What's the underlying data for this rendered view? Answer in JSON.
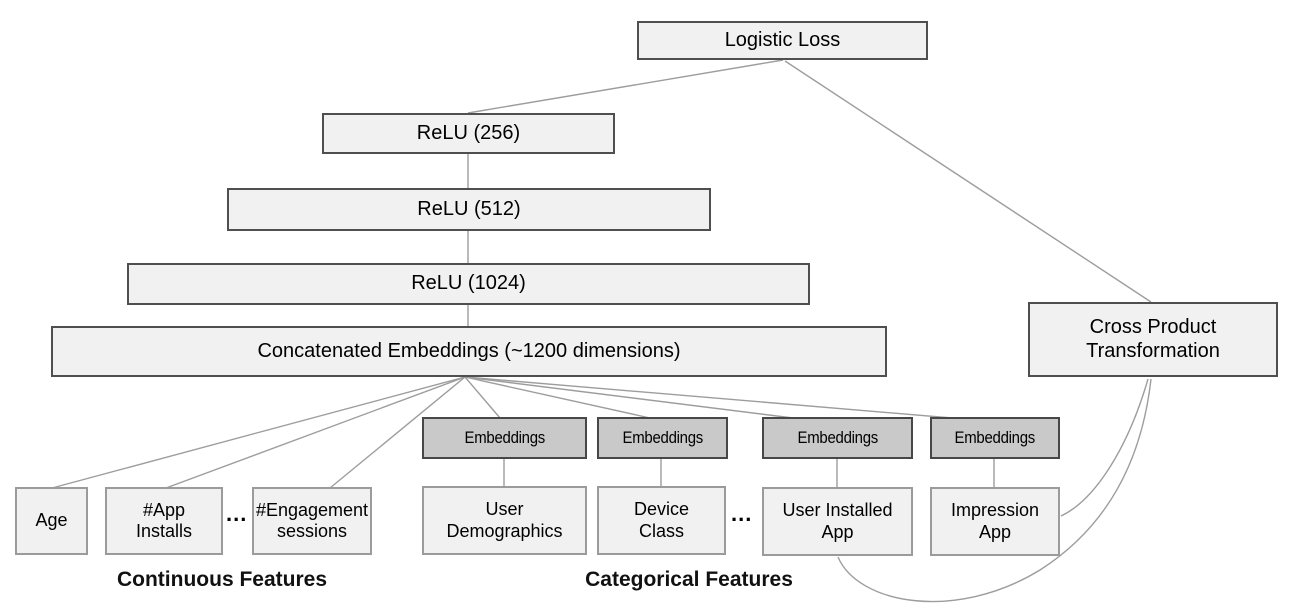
{
  "colors": {
    "background": "#ffffff",
    "box_fill_light": "#f1f1f1",
    "box_border_dark": "#4f4f4f",
    "box_border_light": "#9b9b9b",
    "embeddings_fill": "#c9c9c9",
    "embeddings_border": "#474747",
    "connector": "#9d9d9d",
    "text": "#000000"
  },
  "nodes": {
    "logistic_loss": "Logistic Loss",
    "relu_256": "ReLU (256)",
    "relu_512": "ReLU (512)",
    "relu_1024": "ReLU (1024)",
    "concatenated_embeddings": "Concatenated Embeddings (~1200 dimensions)",
    "cross_product_transformation": "Cross Product Transformation",
    "embeddings": "Embeddings",
    "age": "Age",
    "app_installs": "#App Installs",
    "engagement_sessions": "#Engagement sessions",
    "user_demographics": "User Demographics",
    "device_class": "Device Class",
    "user_installed_app": "User Installed App",
    "impression_app": "Impression App"
  },
  "ellipsis": "...",
  "group_labels": {
    "continuous": "Continuous Features",
    "categorical": "Categorical Features"
  }
}
